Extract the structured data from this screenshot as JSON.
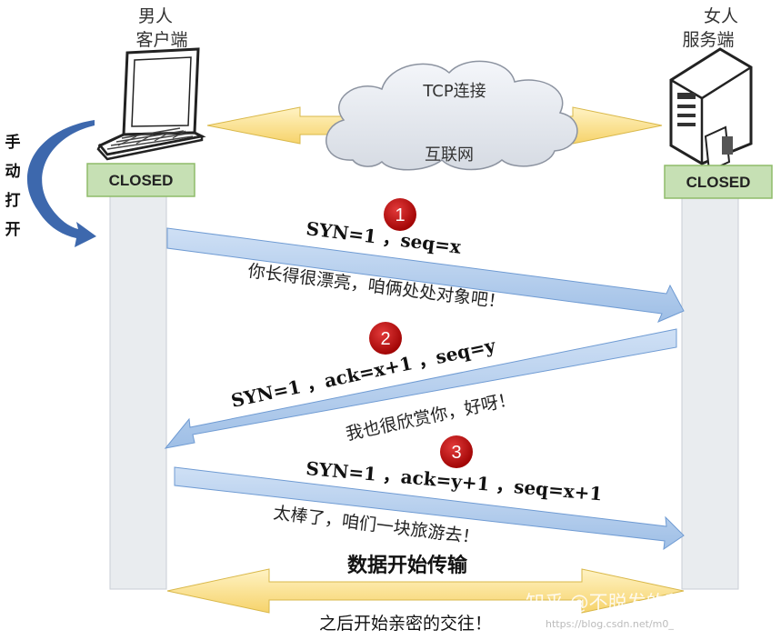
{
  "client": {
    "line1": "男人",
    "line2": "客户端",
    "status": "CLOSED"
  },
  "server": {
    "line1": "女人",
    "line2": "服务端",
    "status": "CLOSED"
  },
  "network": {
    "top_label": "TCP连接",
    "bottom_label": "互联网"
  },
  "manual_open": [
    "手",
    "动",
    "打",
    "开"
  ],
  "steps": [
    {
      "number": "1",
      "packet": "SYN=1 ，seq=x",
      "note": "你长得很漂亮，咱俩处处对象吧！"
    },
    {
      "number": "2",
      "packet": "SYN=1 ，ack=x+1 ，seq=y",
      "note": "我也很欣赏你，好呀！"
    },
    {
      "number": "3",
      "packet": "SYN=1 ，ack=y+1 ，seq=x+1",
      "note": "太棒了，咱们一块旅游去！"
    }
  ],
  "transfer": {
    "label": "数据开始传输",
    "after": "之后开始亲密的交往！"
  },
  "watermark": {
    "text": "知乎 @不脱发的程序猿",
    "url": "https://blog.csdn.net/m0_"
  },
  "colors": {
    "status_fill": "#c6e0b4",
    "status_border": "#8fbc6a",
    "column_fill": "#e9ecef",
    "blue_arrow": "#b4cfee",
    "yellow_arrow": "#fbe7a1",
    "step_badge": "#c00000"
  }
}
